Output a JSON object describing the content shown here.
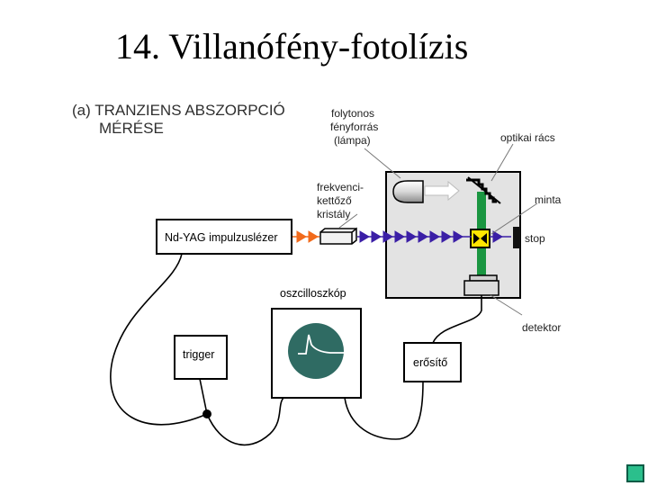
{
  "slide": {
    "title": "14. Villanófény-fotolízis"
  },
  "diagram": {
    "heading_line1": "(a) TRANZIENS ABSZORPCIÓ",
    "heading_line2": "MÉRÉSE",
    "lamp_label": [
      "folytonos",
      "fényforrás",
      "(lámpa)"
    ],
    "grating_label": "optikai rács",
    "doubler_label": [
      "frekvenci-",
      "kettőző",
      "kristály"
    ],
    "sample_label": "minta",
    "laser_label": "Nd-YAG impulzuslézer",
    "stop_label": "stop",
    "oscilloscope_label": "oszcilloszkóp",
    "detector_label": "detektor",
    "trigger_label": "trigger",
    "amplifier_label": "erősítő"
  },
  "colors": {
    "pulse_green": "#1a9641",
    "pulse_blue": "#3b1fa6",
    "pulse_orange": "#f26a1b",
    "screen": "#2f6b63",
    "sample": "#ffe600",
    "nav": "#2bbf8c"
  }
}
